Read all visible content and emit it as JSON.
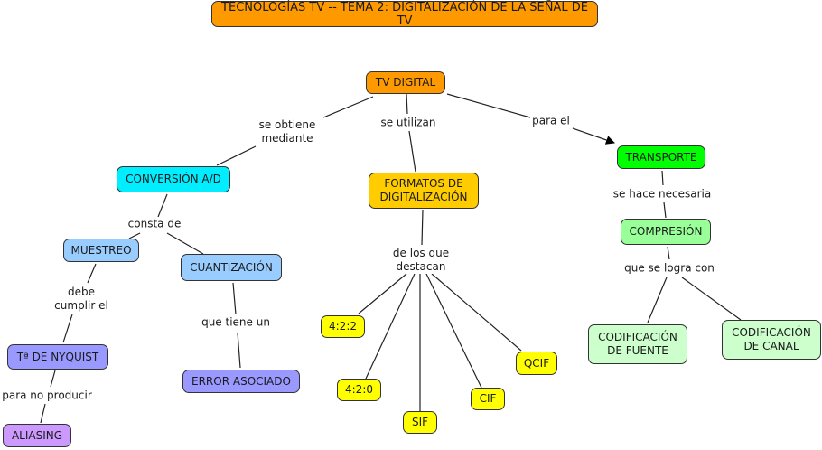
{
  "title": "TECNOLOGÍAS TV -- TEMA 2: DIGITALIZACIÓN DE LA SEÑAL DE TV",
  "colors": {
    "orange": "#ff9900",
    "cyan": "#00eeff",
    "lightblue": "#99ccff",
    "periwinkle": "#9999ff",
    "lavender": "#cc99ff",
    "gold": "#ffcc00",
    "yellow": "#ffff00",
    "green": "#00ff00",
    "lightgreen": "#99ff99",
    "palegreen": "#ccffcc"
  },
  "nodes": {
    "tv_digital": "TV DIGITAL",
    "conversion_ad": "CONVERSIÓN A/D",
    "formatos": "FORMATOS DE\nDIGITALIZACIÓN",
    "transporte": "TRANSPORTE",
    "muestreo": "MUESTREO",
    "cuantizacion": "CUANTIZACIÓN",
    "nyquist": "Tª DE NYQUIST",
    "aliasing": "ALIASING",
    "error": "ERROR ASOCIADO",
    "f422": "4:2:2",
    "f420": "4:2:0",
    "sif": "SIF",
    "cif": "CIF",
    "qcif": "QCIF",
    "compresion": "COMPRESIÓN",
    "cod_fuente": "CODIFICACIÓN\nDE FUENTE",
    "cod_canal": "CODIFICACIÓN\nDE CANAL"
  },
  "links": {
    "se_obtiene": "se obtiene\nmediante",
    "se_utilizan": "se utilizan",
    "para_el": "para el",
    "consta_de": "consta de",
    "debe_cumplir": "debe\ncumplir el",
    "para_no_producir": "para no producir",
    "que_tiene_un": "que tiene un",
    "de_los_que": "de los que\ndestacan",
    "se_hace_necesaria": "se hace necesaria",
    "que_se_logra": "que se logra con"
  }
}
